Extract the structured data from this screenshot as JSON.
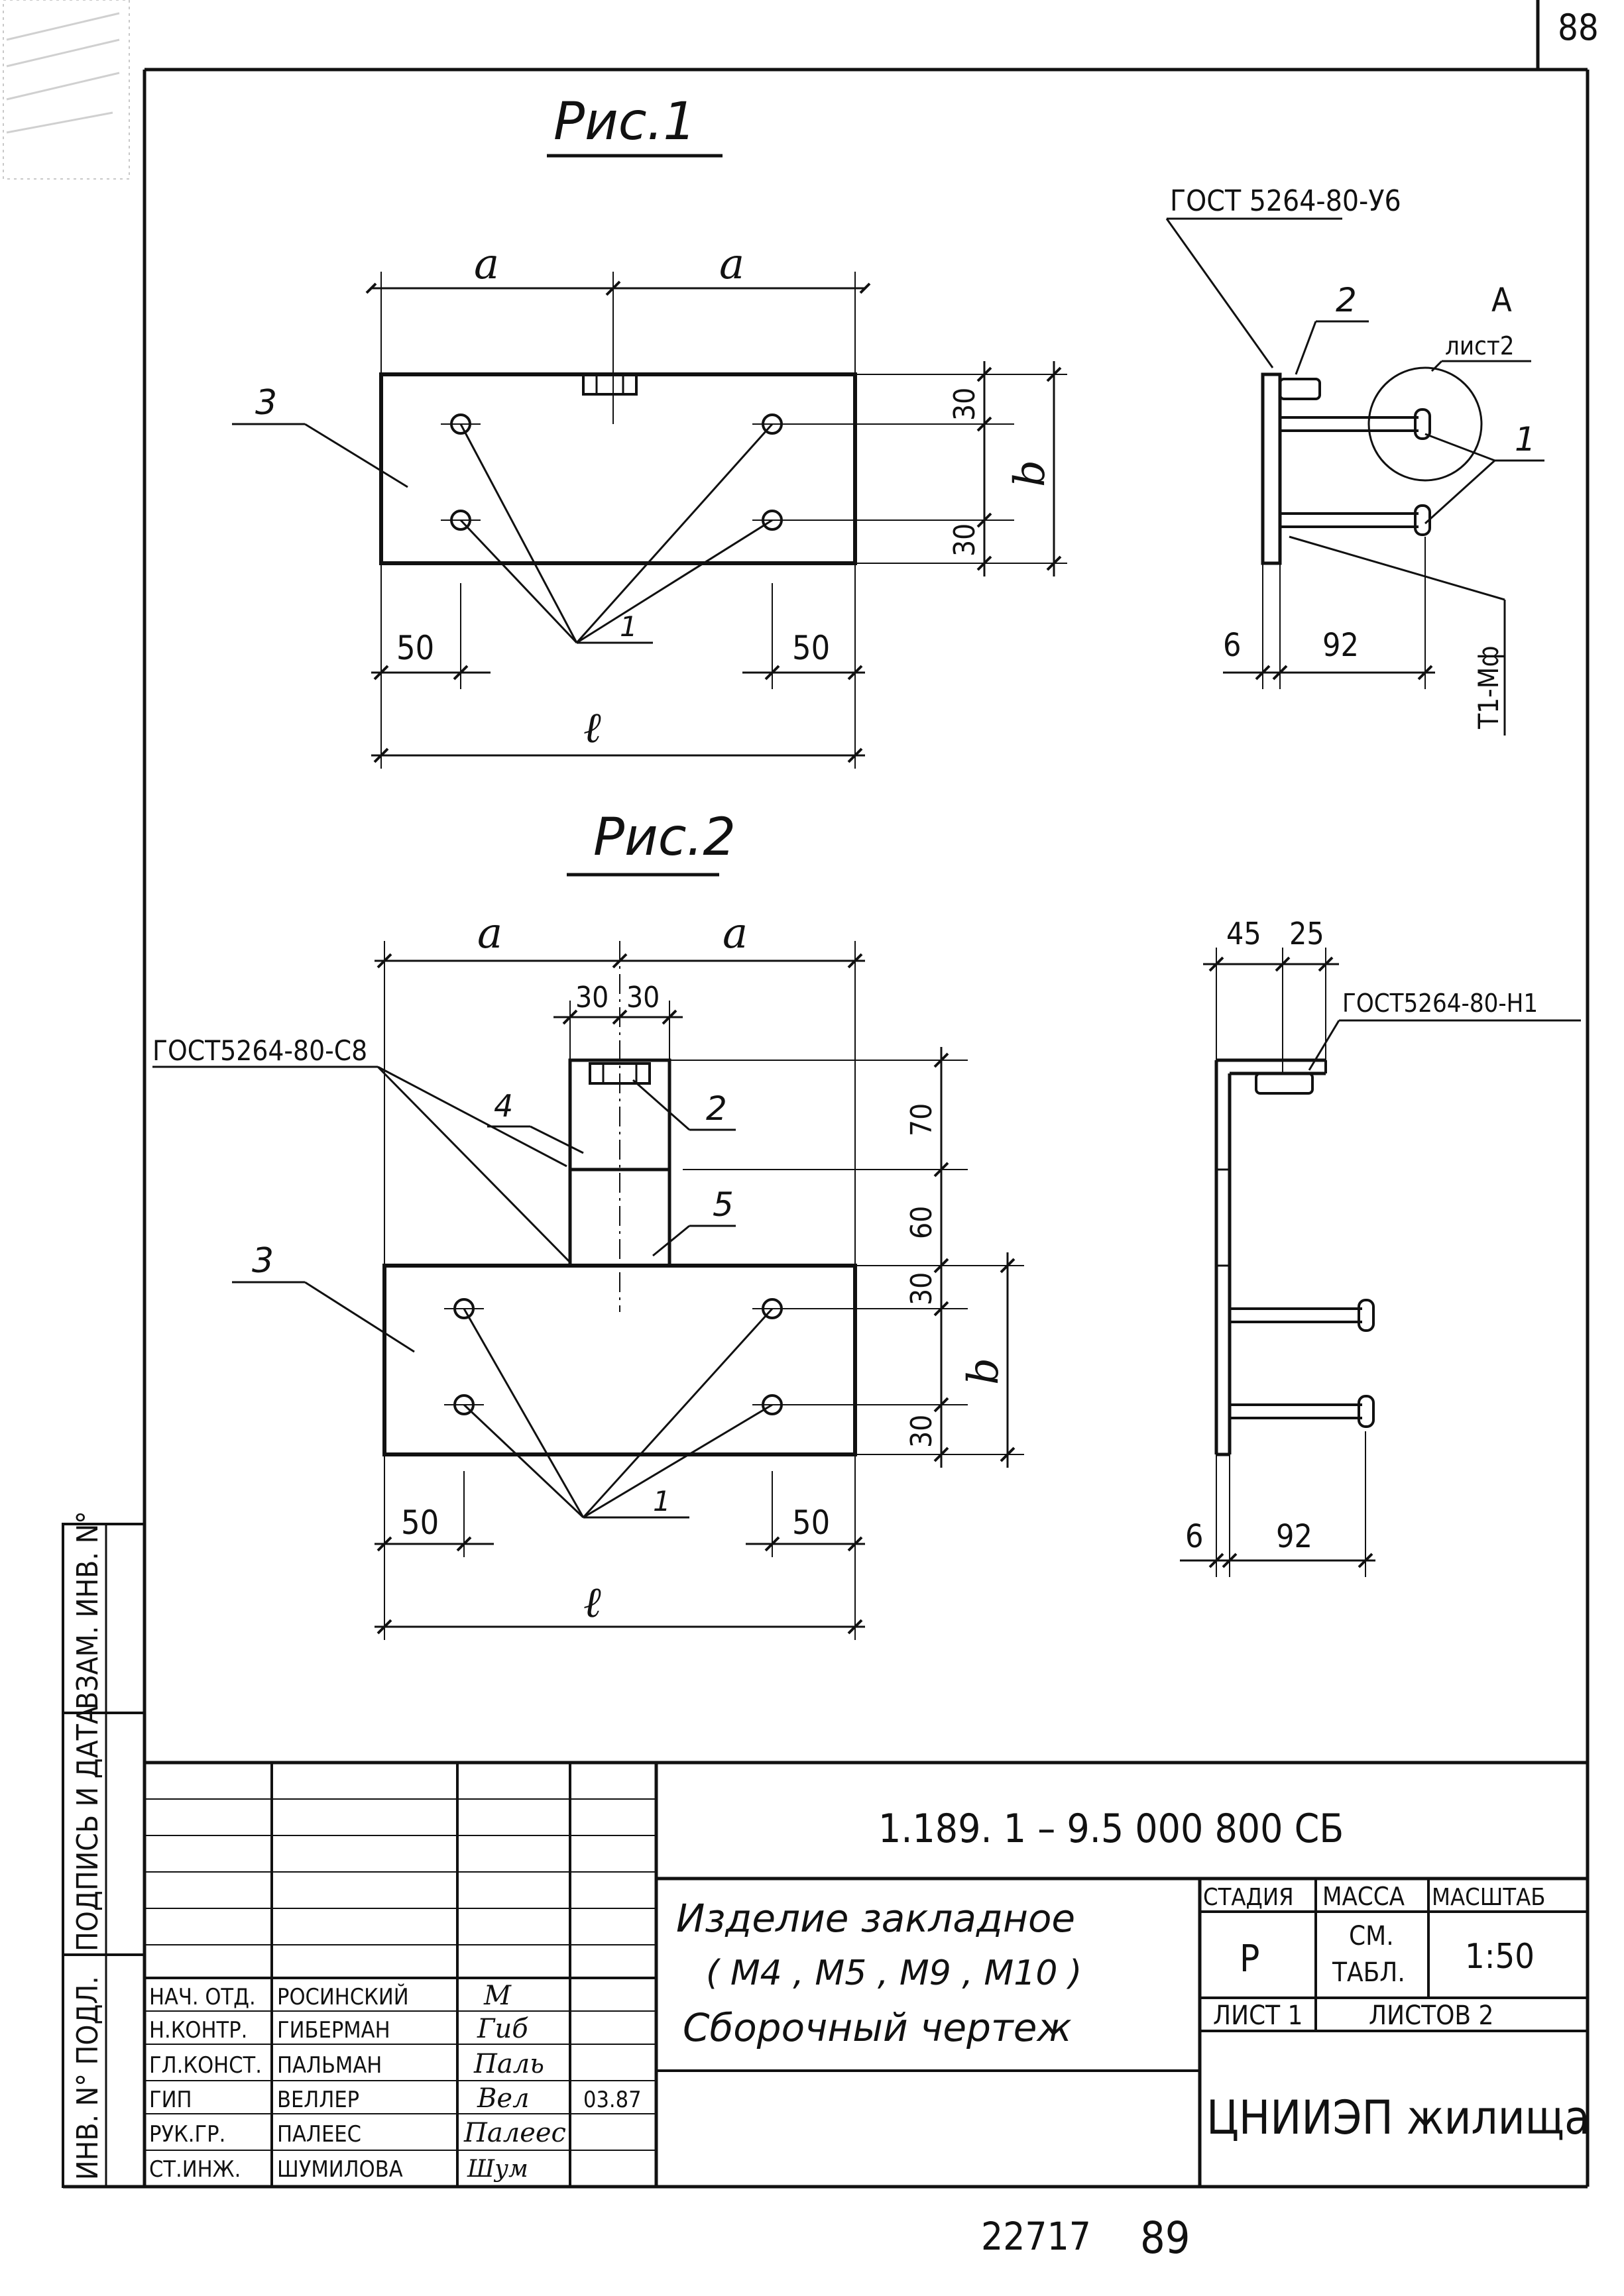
{
  "sheet": {
    "page_number": "88",
    "bottom_stamp_a": "22717",
    "bottom_stamp_b": "89"
  },
  "fig1": {
    "title": "Рис.1",
    "dim_a_left": "a",
    "dim_a_right": "a",
    "dim_30_top": "30",
    "dim_30_bottom": "30",
    "dim_b": "b",
    "dim_50_left": "50",
    "dim_50_right": "50",
    "dim_l": "ℓ",
    "callout_3": "3",
    "callout_1": "1",
    "side_gost": "ГОСТ 5264-80-У6",
    "side_callout_2": "2",
    "side_view_A": "А",
    "side_view_sheet": "лист2",
    "side_callout_1": "1",
    "side_dim_6": "6",
    "side_dim_92": "92",
    "side_t1": "Т1-Мф"
  },
  "fig2": {
    "title": "Рис.2",
    "dim_a_left": "a",
    "dim_a_right": "a",
    "dim_30a": "30",
    "dim_30b": "30",
    "gost_left": "ГОСТ5264-80-С8",
    "callout_4": "4",
    "callout_2": "2",
    "callout_5": "5",
    "callout_3": "3",
    "callout_1": "1",
    "dim_70": "70",
    "dim_60": "60",
    "dim_30_top": "30",
    "dim_30_bottom": "30",
    "dim_b": "b",
    "dim_50_left": "50",
    "dim_50_right": "50",
    "dim_l": "ℓ",
    "side_dim_45": "45",
    "side_dim_25": "25",
    "side_gost": "ГОСТ5264-80-Н1",
    "side_dim_6": "6",
    "side_dim_92": "92"
  },
  "left_margin": {
    "inv_podl": "ИНВ. N° ПОДЛ.",
    "podpis_data": "ПОДПИСЬ И ДАТА",
    "vzam_inv": "ВЗАМ. ИНВ. N°"
  },
  "title_block": {
    "doc_code": "1.189. 1 – 9.5   000 800 СБ",
    "name_line1": "Изделие закладное",
    "name_line2": "( М4 , М5 , М9 , М10 )",
    "name_line3": "Сборочный  чертеж",
    "stadia_header": "СТАДИЯ",
    "massa_header": "МАССА",
    "masshtab_header": "МАСШТАБ",
    "stadia_value": "Р",
    "massa_value_1": "СМ.",
    "massa_value_2": "ТАБЛ.",
    "masshtab_value": "1:50",
    "list_label": "ЛИСТ 1",
    "listov_label": "ЛИСТОВ 2",
    "organization": "ЦНИИЭП жилища",
    "staff": [
      {
        "role": "НАЧ. ОТД.",
        "name": "РОСИНСКИЙ",
        "signature": "M",
        "date": ""
      },
      {
        "role": "Н.КОНТР.",
        "name": "ГИБЕРМАН",
        "signature": "Гиб",
        "date": ""
      },
      {
        "role": "ГЛ.КОНСТ.",
        "name": "ПАЛЬМАН",
        "signature": "Паль",
        "date": ""
      },
      {
        "role": "ГИП",
        "name": "ВЕЛЛЕР",
        "signature": "Вел",
        "date": "03.87"
      },
      {
        "role": "РУК.ГР.",
        "name": "ПАЛЕЕС",
        "signature": "Палеес",
        "date": ""
      },
      {
        "role": "СТ.ИНЖ.",
        "name": "ШУМИЛОВА",
        "signature": "Шум",
        "date": ""
      }
    ]
  }
}
